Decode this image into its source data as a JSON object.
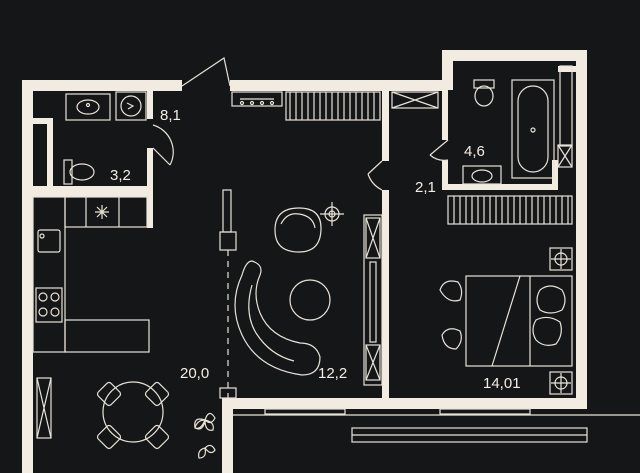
{
  "plan": {
    "colors": {
      "background": "#141617",
      "wall": "#f2ebe1",
      "line": "#e9e2d8",
      "label": "#f4ede4"
    },
    "rooms": [
      {
        "id": "hall",
        "area": "8,1"
      },
      {
        "id": "wc",
        "area": "3,2"
      },
      {
        "id": "bathroom",
        "area": "4,6"
      },
      {
        "id": "corridor",
        "area": "2,1"
      },
      {
        "id": "kitchen-living",
        "area": "20,0"
      },
      {
        "id": "living-zone",
        "area": "12,2"
      },
      {
        "id": "bedroom",
        "area": "14,01"
      }
    ],
    "icons": [
      "sink-icon",
      "washing-machine-icon",
      "toilet-icon",
      "bathtub-icon",
      "stove-icon",
      "wardrobe-icon",
      "armchair-icon",
      "floor-lamp-icon",
      "curved-sofa-icon",
      "round-table-icon",
      "dining-table-icon",
      "chair-icon",
      "plant-icon",
      "double-bed-icon",
      "pillow-icon",
      "bedside-lamp-icon",
      "door-swing-icon",
      "window-icon",
      "radiator-icon"
    ]
  }
}
